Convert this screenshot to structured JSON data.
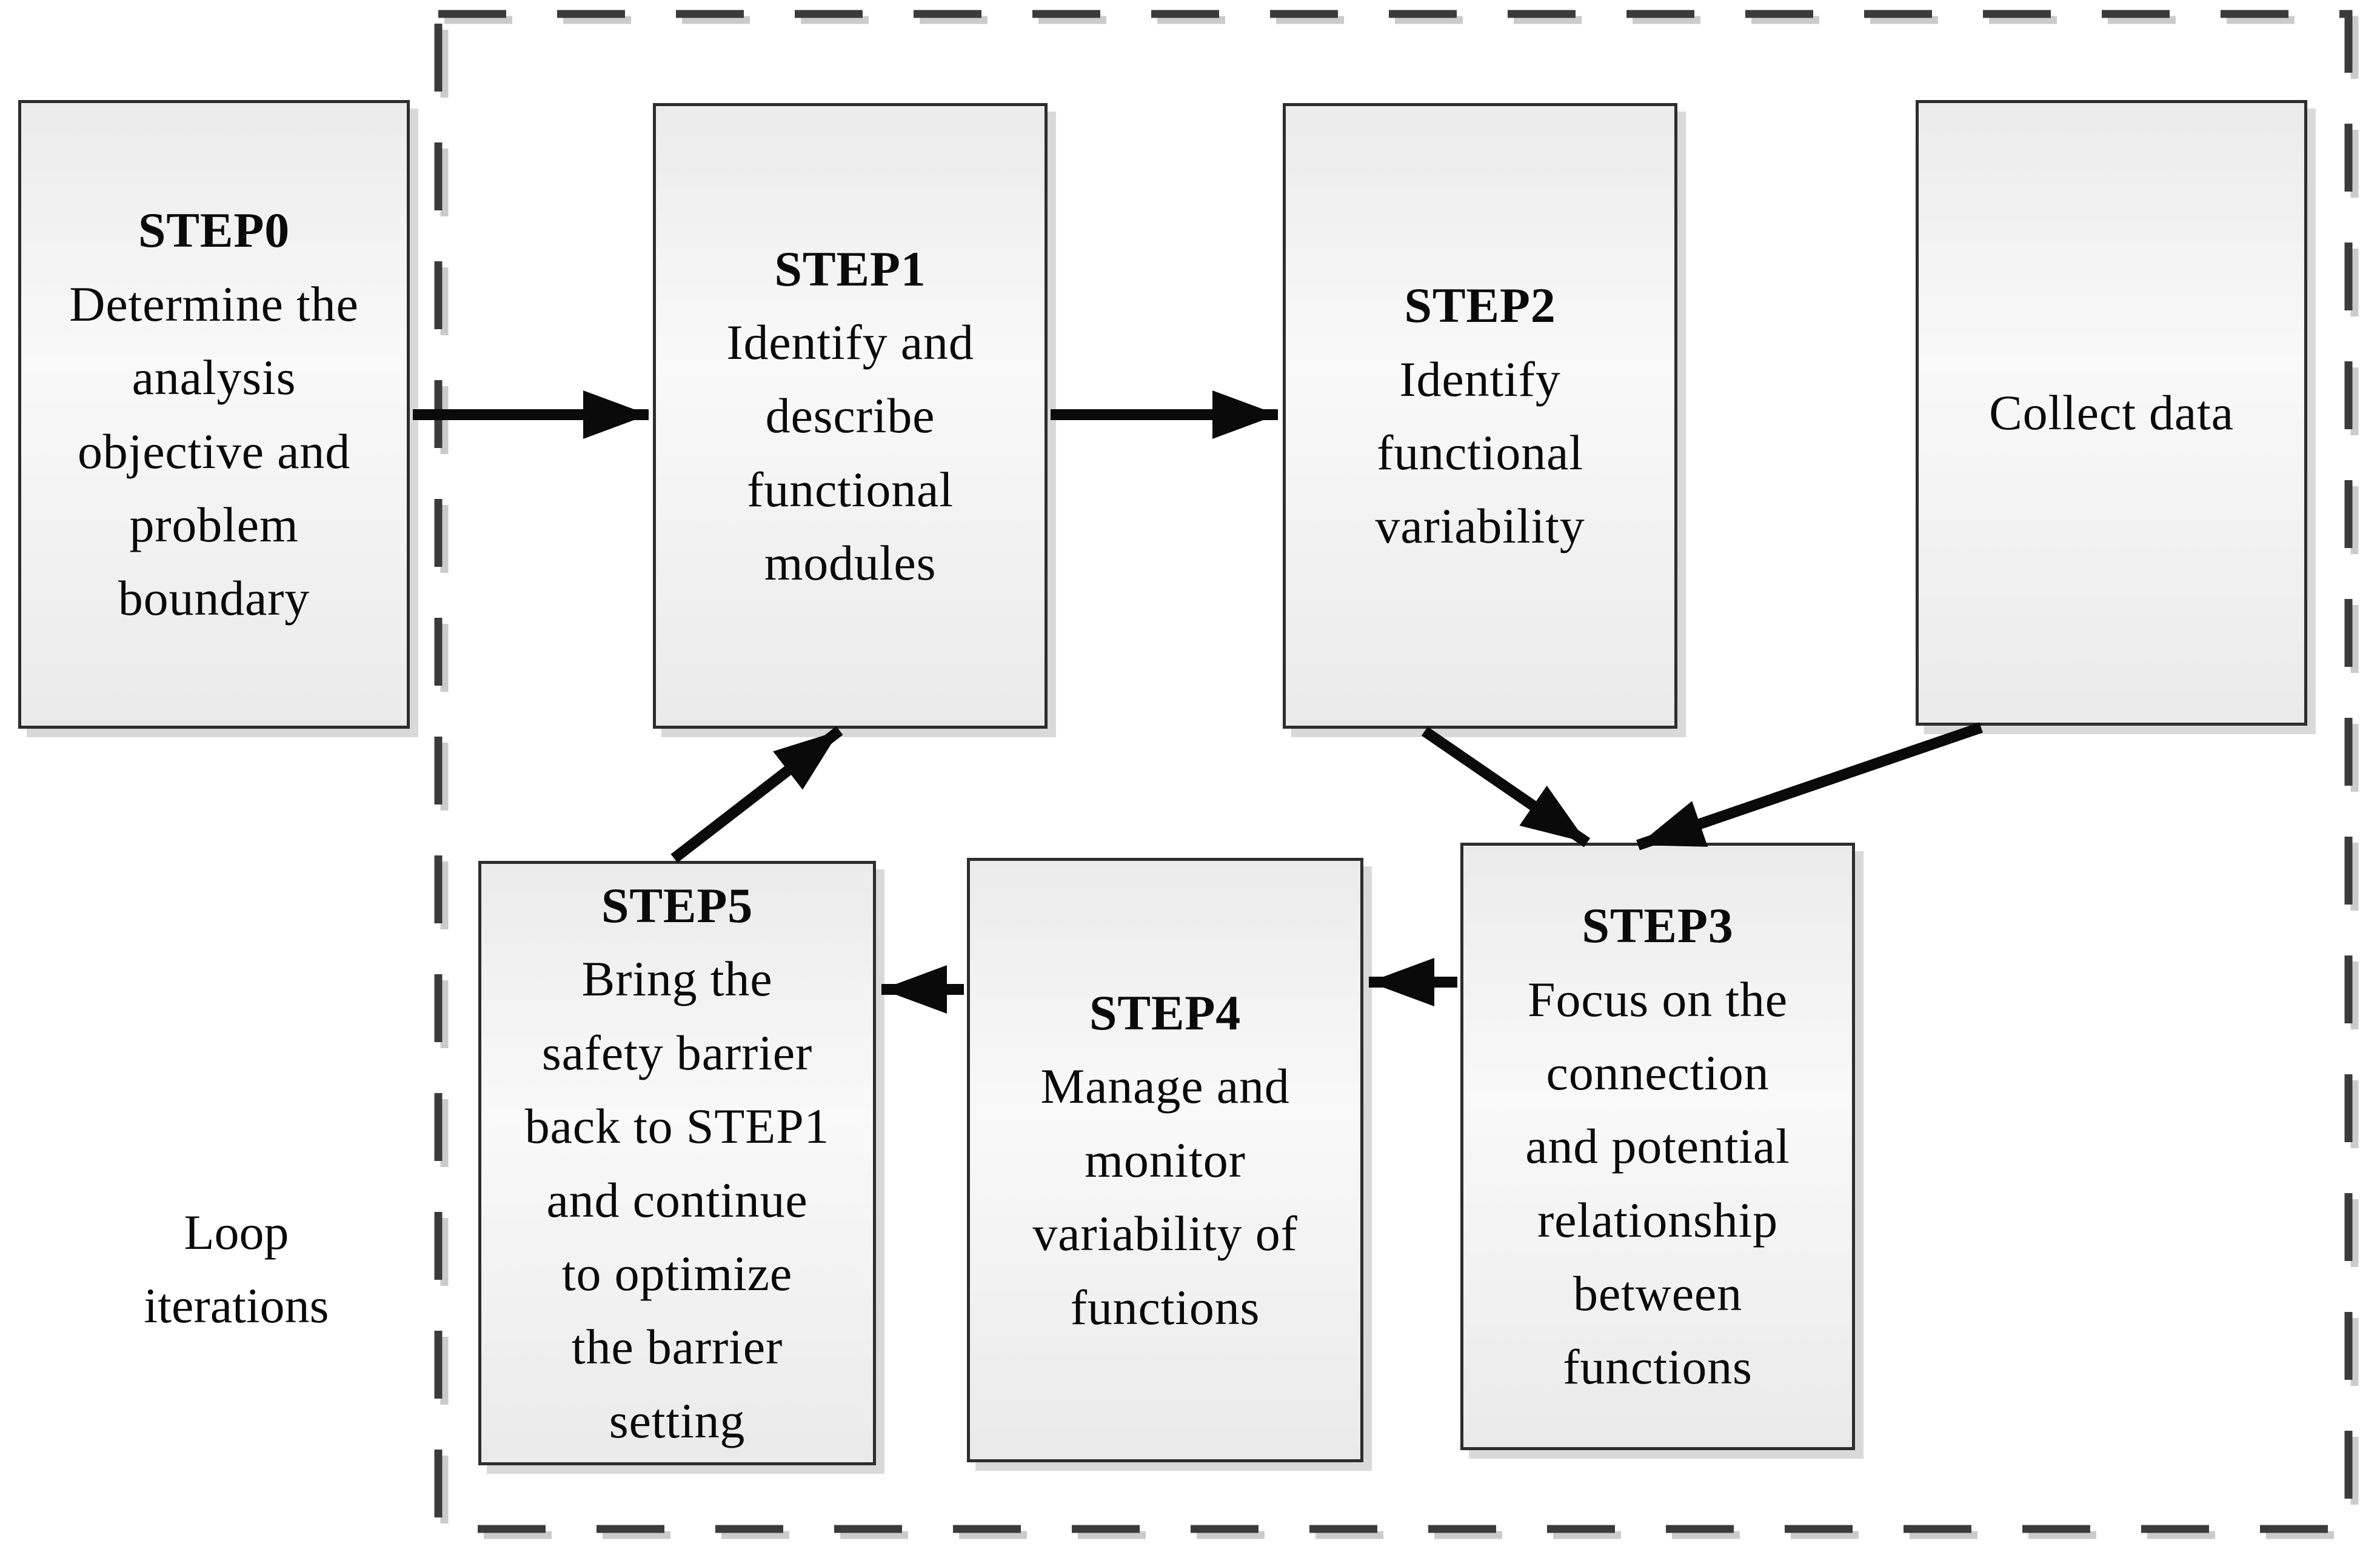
{
  "figure": {
    "type": "flowchart",
    "background": "#ffffff",
    "box_border_color": "#2d2d2d",
    "box_shadow_color": "#d9d9d9",
    "dashed_border_color": "#3b3b3b",
    "dashed_border_shadow_color": "#cbcbcb",
    "arrow_color": "#0a0a0a",
    "text_color": "#0a0a0a"
  },
  "loop_label": {
    "line1": "Loop",
    "line2": "iterations"
  },
  "boxes": [
    {
      "id": "step0",
      "title": "STEP0",
      "lines": [
        "Determine the",
        "analysis",
        "objective and",
        "problem",
        "boundary"
      ]
    },
    {
      "id": "step1",
      "title": "STEP1",
      "lines": [
        "Identify and",
        "describe",
        "functional",
        "modules"
      ]
    },
    {
      "id": "step2",
      "title": "STEP2",
      "lines": [
        "Identify",
        "functional",
        "variability"
      ]
    },
    {
      "id": "collect",
      "lines": [
        "Collect data"
      ]
    },
    {
      "id": "step3",
      "title": "STEP3",
      "lines": [
        "Focus on the",
        "connection",
        "and potential",
        "relationship",
        "between",
        "functions"
      ]
    },
    {
      "id": "step4",
      "title": "STEP4",
      "lines": [
        "Manage and",
        "monitor",
        "variability of",
        "functions"
      ]
    },
    {
      "id": "step5",
      "title": "STEP5",
      "lines": [
        "Bring the",
        "safety barrier",
        "back to STEP1",
        "and continue",
        "to optimize",
        "the barrier",
        "setting"
      ]
    }
  ],
  "connections": [
    {
      "from": "STEP0",
      "to": "STEP1"
    },
    {
      "from": "STEP1",
      "to": "STEP2"
    },
    {
      "from": "STEP2",
      "to": "STEP3"
    },
    {
      "from": "Collect data",
      "to": "STEP3"
    },
    {
      "from": "STEP3",
      "to": "STEP4"
    },
    {
      "from": "STEP4",
      "to": "STEP5"
    },
    {
      "from": "STEP5",
      "to": "STEP1"
    }
  ]
}
